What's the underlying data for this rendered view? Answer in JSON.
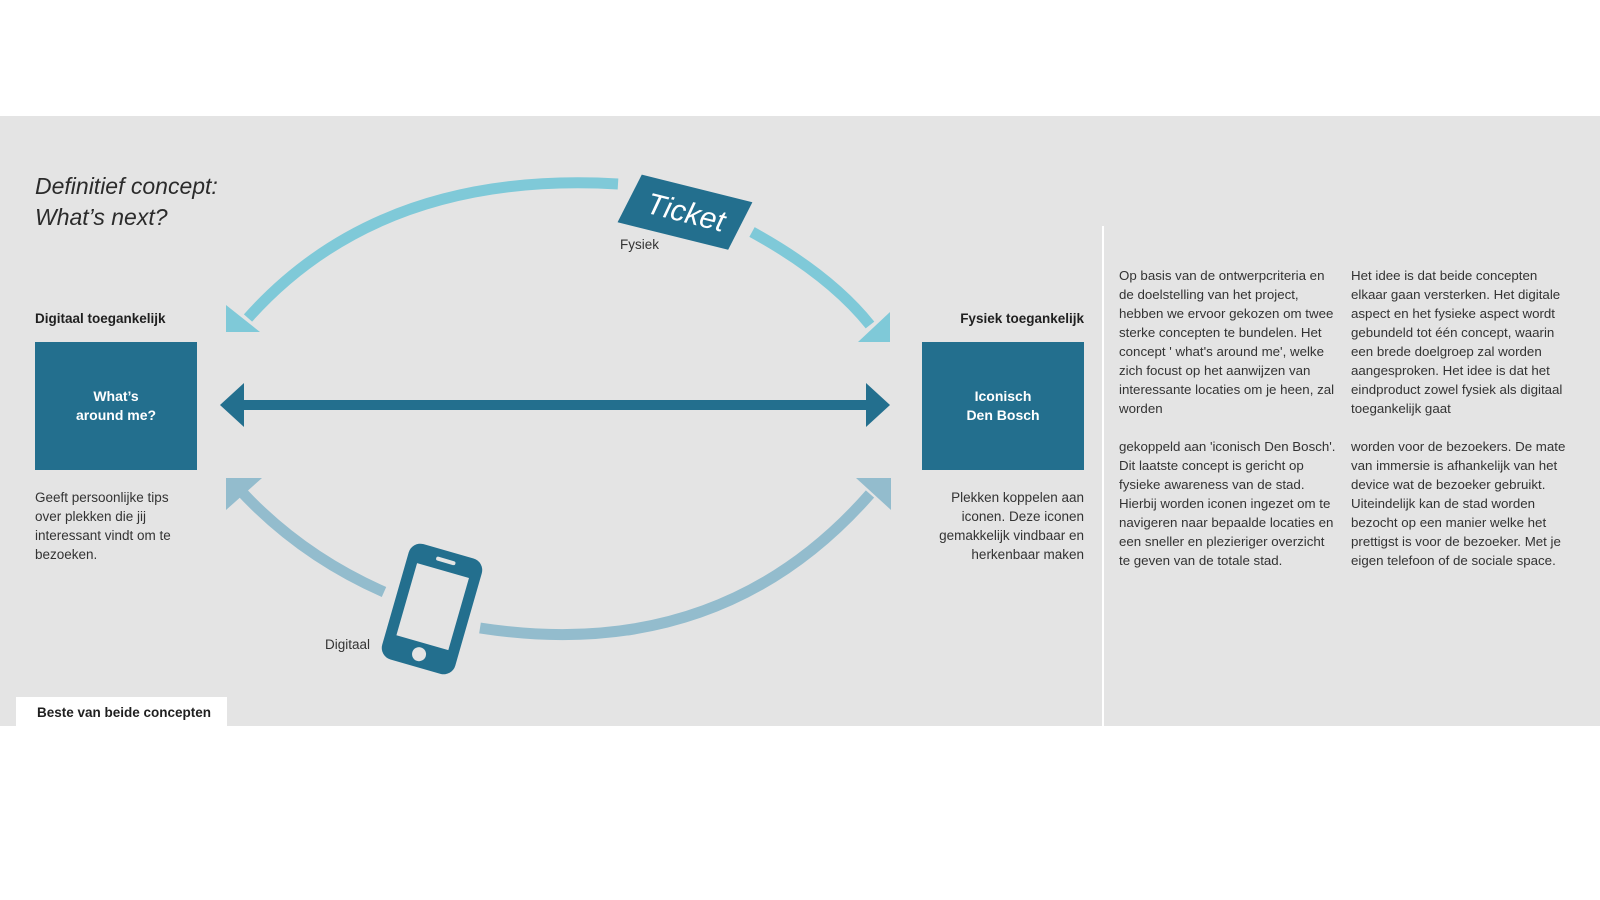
{
  "title": {
    "line1": "Definitief concept:",
    "line2": "What’s next?"
  },
  "left": {
    "heading": "Digitaal toegankelijk",
    "box_line1": "What’s",
    "box_line2": "around me?",
    "description": "Geeft persoonlijke tips over plekken die jij interessant vindt om te bezoeken."
  },
  "right": {
    "heading": "Fysiek toegankelijk",
    "box_line1": "Iconisch",
    "box_line2": "Den Bosch",
    "description": "Plekken koppelen aan iconen. Deze iconen gemakkelijk vindbaar en herkenbaar maken"
  },
  "top_icon": {
    "text": "Ticket",
    "label": "Fysiek"
  },
  "bottom_icon": {
    "label": "Digitaal"
  },
  "columns": {
    "col1_p1": "Op basis van de ontwerpcriteria en de doelstelling van het project, hebben we ervoor gekozen om twee sterke concepten te bundelen. Het concept ' what's around me', welke zich focust op het aanwijzen van interessante locaties om je heen, zal worden",
    "col1_p2": "gekoppeld aan 'iconisch Den Bosch'. Dit laatste concept is gericht op fysieke awareness van de stad. Hierbij worden iconen ingezet om te navigeren naar bepaalde locaties en een sneller en plezieriger overzicht te geven van de totale stad.",
    "col2_p1": "Het idee is dat beide concepten elkaar gaan versterken. Het digitale aspect en het fysieke aspect wordt gebundeld tot één concept, waarin een brede doelgroep zal worden aangesproken. Het idee is dat het eindproduct zowel fysiek als digitaal toegankelijk gaat",
    "col2_p2": "worden voor de bezoekers. De mate van immersie is afhankelijk van het device wat de bezoeker gebruikt. Uiteindelijk kan de stad worden bezocht op een manier welke het prettigst is voor de bezoeker. Met je eigen telefoon of de sociale space."
  },
  "footer_tab": {
    "label": "Beste van beide concepten"
  },
  "colors": {
    "panel": "#e4e4e4",
    "box": "#236f8e",
    "arrow_top": "#7fc9d8",
    "arrow_bottom": "#93bccd",
    "arrow_middle": "#236f8e"
  }
}
